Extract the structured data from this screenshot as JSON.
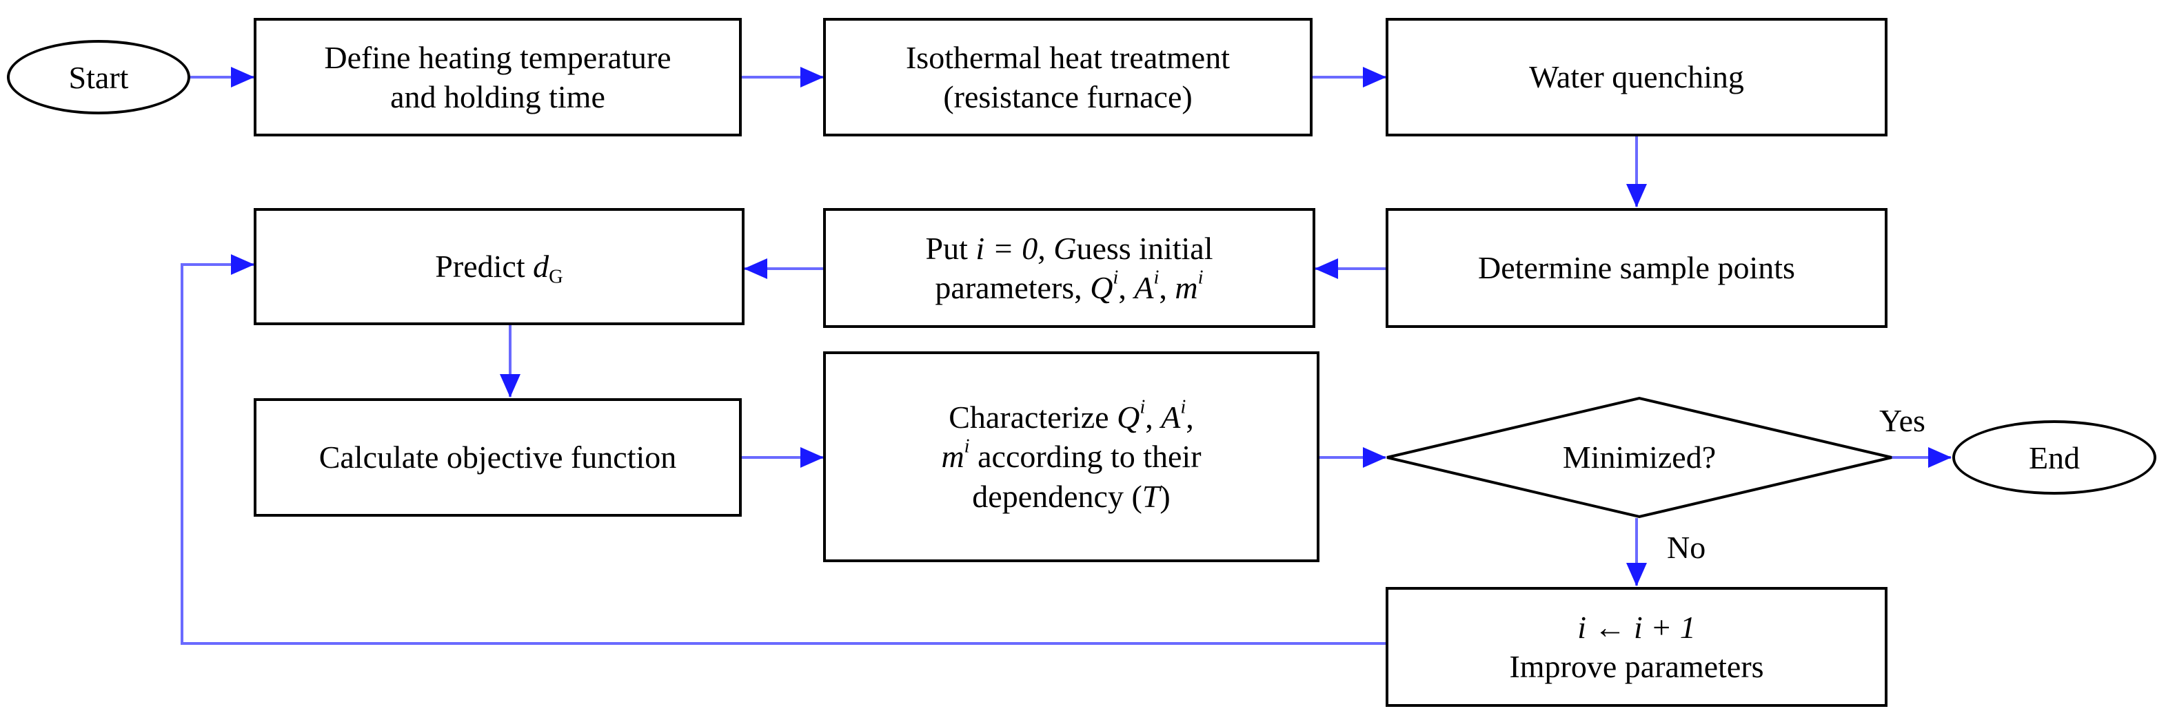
{
  "nodes": {
    "start": "Start",
    "define": {
      "line1": "Define heating temperature",
      "line2": "and holding time"
    },
    "isothermal": {
      "line1": "Isothermal heat treatment",
      "line2": "(resistance furnace)"
    },
    "water": "Water quenching",
    "determine": "Determine sample points",
    "guess": {
      "put": "Put",
      "i": "i",
      "eq0": "= 0,",
      "G": "G",
      "uess": "uess initial",
      "params": "parameters,",
      "Q": "Q",
      "A": "A",
      "m": "m",
      "sup": "i",
      "comma": ","
    },
    "predict": {
      "text": "Predict",
      "d": "d",
      "sub": "G"
    },
    "calculate": "Calculate objective function",
    "characterize": {
      "word": "Characterize",
      "Q": "Q",
      "A": "A",
      "m": "m",
      "sup": "i",
      "comma": ",",
      "according": "according to their",
      "dependency": "dependency",
      "T": "T"
    },
    "minimized": "Minimized?",
    "end": "End",
    "improve": {
      "i": "i",
      "arrow": "←",
      "expr": "i + 1",
      "line2": "Improve parameters"
    }
  },
  "edge_labels": {
    "yes": "Yes",
    "no": "No"
  },
  "colors": {
    "arrow": "#1a1aff",
    "loop_line": "#7070ff",
    "border": "#000000"
  }
}
